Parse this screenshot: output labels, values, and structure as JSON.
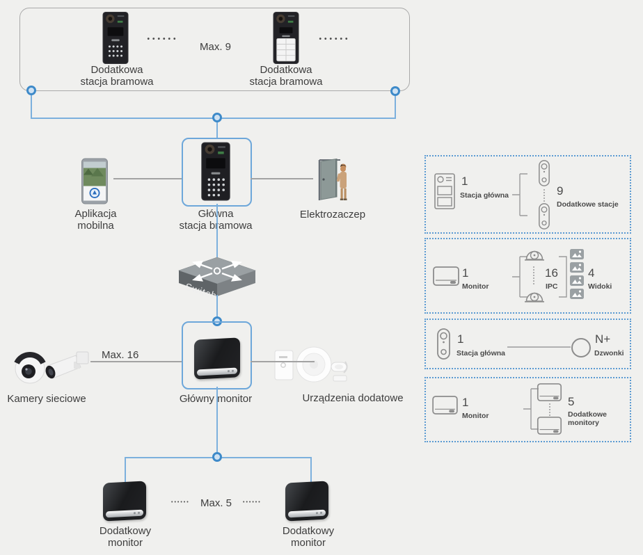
{
  "colors": {
    "background": "#f0f0ee",
    "line_blue": "#7cb0dd",
    "dot_blue": "#3e8ac9",
    "frame_blue": "#6da7da",
    "legend_border_blue": "#5a9ad2",
    "line_gray": "#a2a2a2",
    "text": "#3d3d3d",
    "legend_icon_gray": "#8c8c8c"
  },
  "top_cluster": {
    "max_label": "Max. 9",
    "dots": "••••••",
    "stations": [
      {
        "label_line1": "Dodatkowa",
        "label_line2": "stacja bramowa"
      },
      {
        "label_line1": "Dodatkowa",
        "label_line2": "stacja bramowa"
      }
    ]
  },
  "middle_row": {
    "mobile_app": {
      "label_line1": "Aplikacja",
      "label_line2": "mobilna"
    },
    "main_station": {
      "label_line1": "Główna",
      "label_line2": "stacja bramowa"
    },
    "door_strike": {
      "label": "Elektrozaczep"
    }
  },
  "network_switch": {
    "label": "Switch"
  },
  "monitor_row": {
    "cameras_label": "Kamery sieciowe",
    "max_label": "Max. 16",
    "monitor_label": "Główny monitor",
    "accessories_label": "Urządzenia dodatowe"
  },
  "bottom_row": {
    "max_label": "Max. 5",
    "dots": "••••••",
    "monitors": [
      {
        "label_line1": "Dodatkowy",
        "label_line2": "monitor"
      },
      {
        "label_line1": "Dodatkowy",
        "label_line2": "monitor"
      }
    ]
  },
  "legend": {
    "boxes": [
      {
        "left_count": "1",
        "left_label": "Stacja główna",
        "right_count": "9",
        "right_label": "Dodatkowe stacje"
      },
      {
        "left_count": "1",
        "left_label": "Monitor",
        "mid_count": "16",
        "mid_label": "IPC",
        "right_count": "4",
        "right_label": "Widoki"
      },
      {
        "left_count": "1",
        "left_label": "Stacja główna",
        "right_count": "N+",
        "right_label": "Dzwonki"
      },
      {
        "left_count": "1",
        "left_label": "Monitor",
        "right_count": "5",
        "right_label": "Dodatkowe monitory"
      }
    ]
  }
}
